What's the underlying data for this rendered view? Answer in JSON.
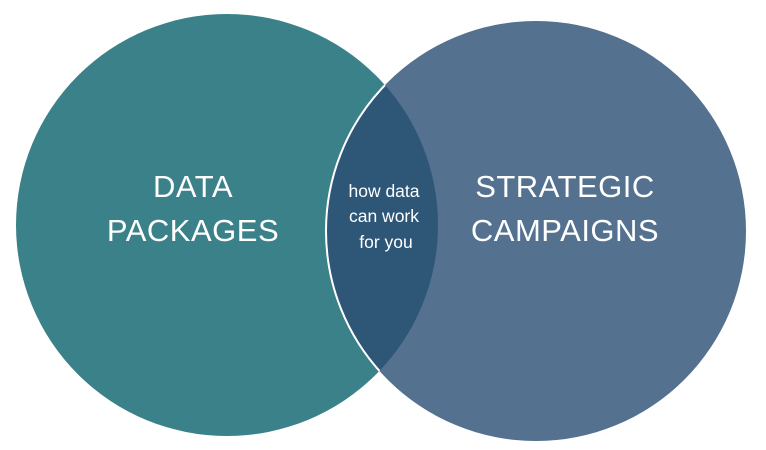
{
  "diagram": {
    "left_circle": {
      "label_lines": [
        "DATA",
        "PACKAGES"
      ],
      "color": "#3b818a"
    },
    "right_circle": {
      "label_lines": [
        "STRATEGIC",
        "CAMPAIGNS"
      ],
      "color": "#54718f"
    },
    "overlap": {
      "label_lines": [
        "how data",
        "can work",
        "for you"
      ],
      "color": "#2e5677",
      "outline_color": "#ffffff"
    }
  }
}
